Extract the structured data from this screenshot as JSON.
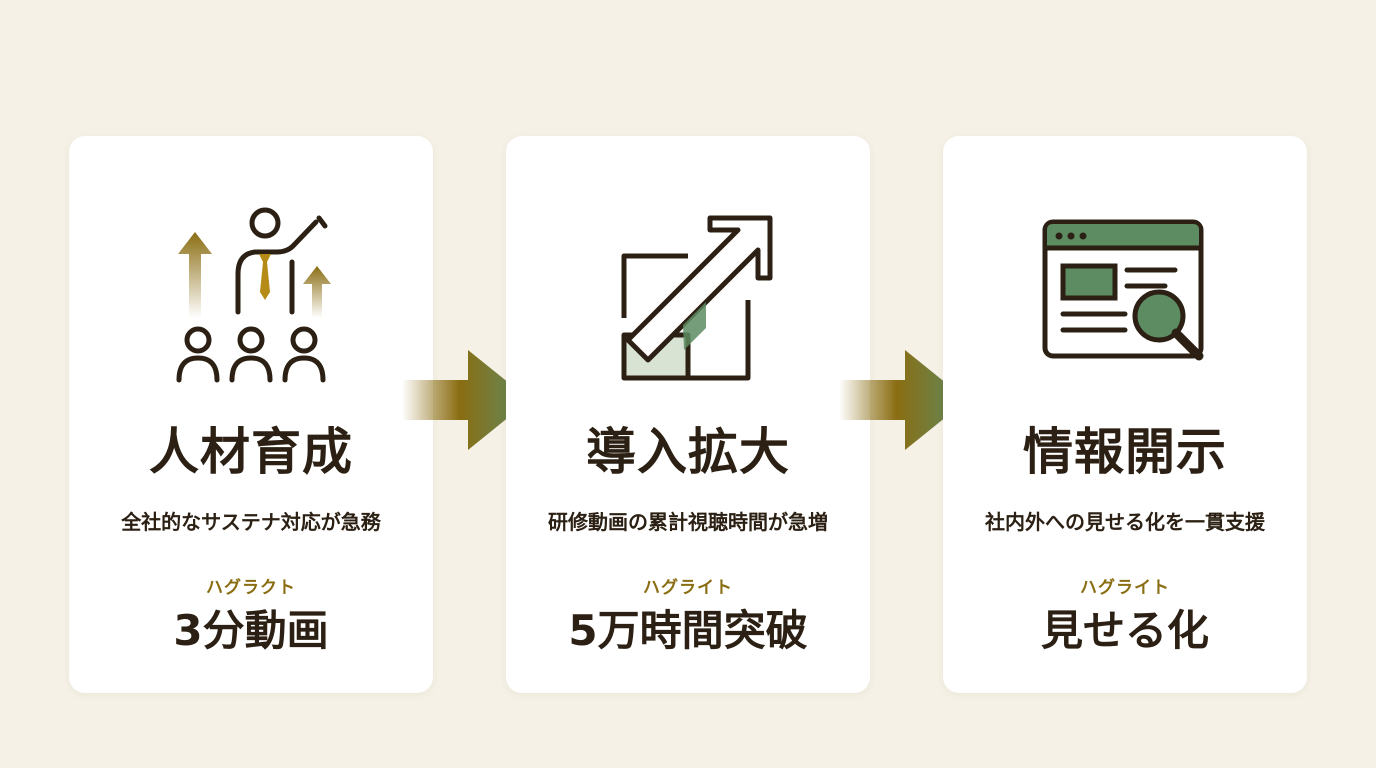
{
  "cards": [
    {
      "title": "人材育成",
      "subtitle": "全社的なサステナ対応が急務",
      "brand": "ハグラクト",
      "metric": "3分動画",
      "icon": "presenter-growth-icon"
    },
    {
      "title": "導入拡大",
      "subtitle": "研修動画の累計視聴時間が急増",
      "brand": "ハグライト",
      "metric": "5万時間突破",
      "icon": "expand-arrow-icon"
    },
    {
      "title": "情報開示",
      "subtitle": "社内外への見せる化を一貫支援",
      "brand": "ハグライト",
      "metric": "見せる化",
      "icon": "webpage-search-icon"
    }
  ],
  "colors": {
    "background": "#f5f1e6",
    "gold": "#8a6d12",
    "green": "#5e8c62",
    "dark": "#2b2013"
  }
}
